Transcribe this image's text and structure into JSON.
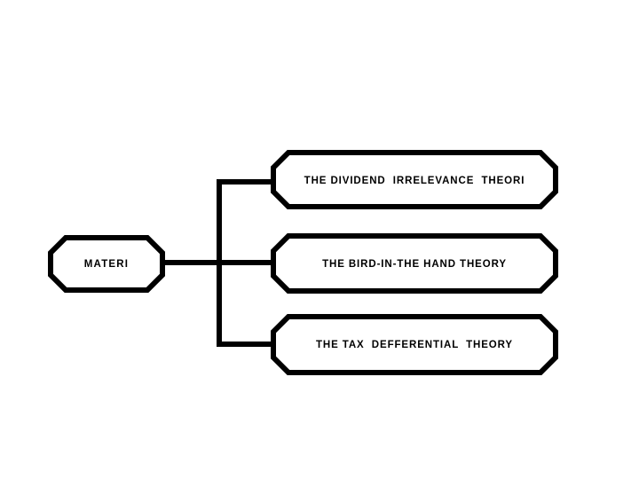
{
  "diagram": {
    "type": "tree-diagram",
    "background_color": "#ffffff",
    "stroke_color": "#000000",
    "text_color": "#000000",
    "root": {
      "label": "MATERI",
      "shape": "octagon"
    },
    "branches": [
      {
        "label": "THE DIVIDEND  IRRELEVANCE  THEORI",
        "shape": "octagon"
      },
      {
        "label": "THE BIRD-IN-THE HAND THEORY",
        "shape": "octagon"
      },
      {
        "label": "THE TAX  DEFFERENTIAL  THEORY",
        "shape": "octagon"
      }
    ]
  }
}
